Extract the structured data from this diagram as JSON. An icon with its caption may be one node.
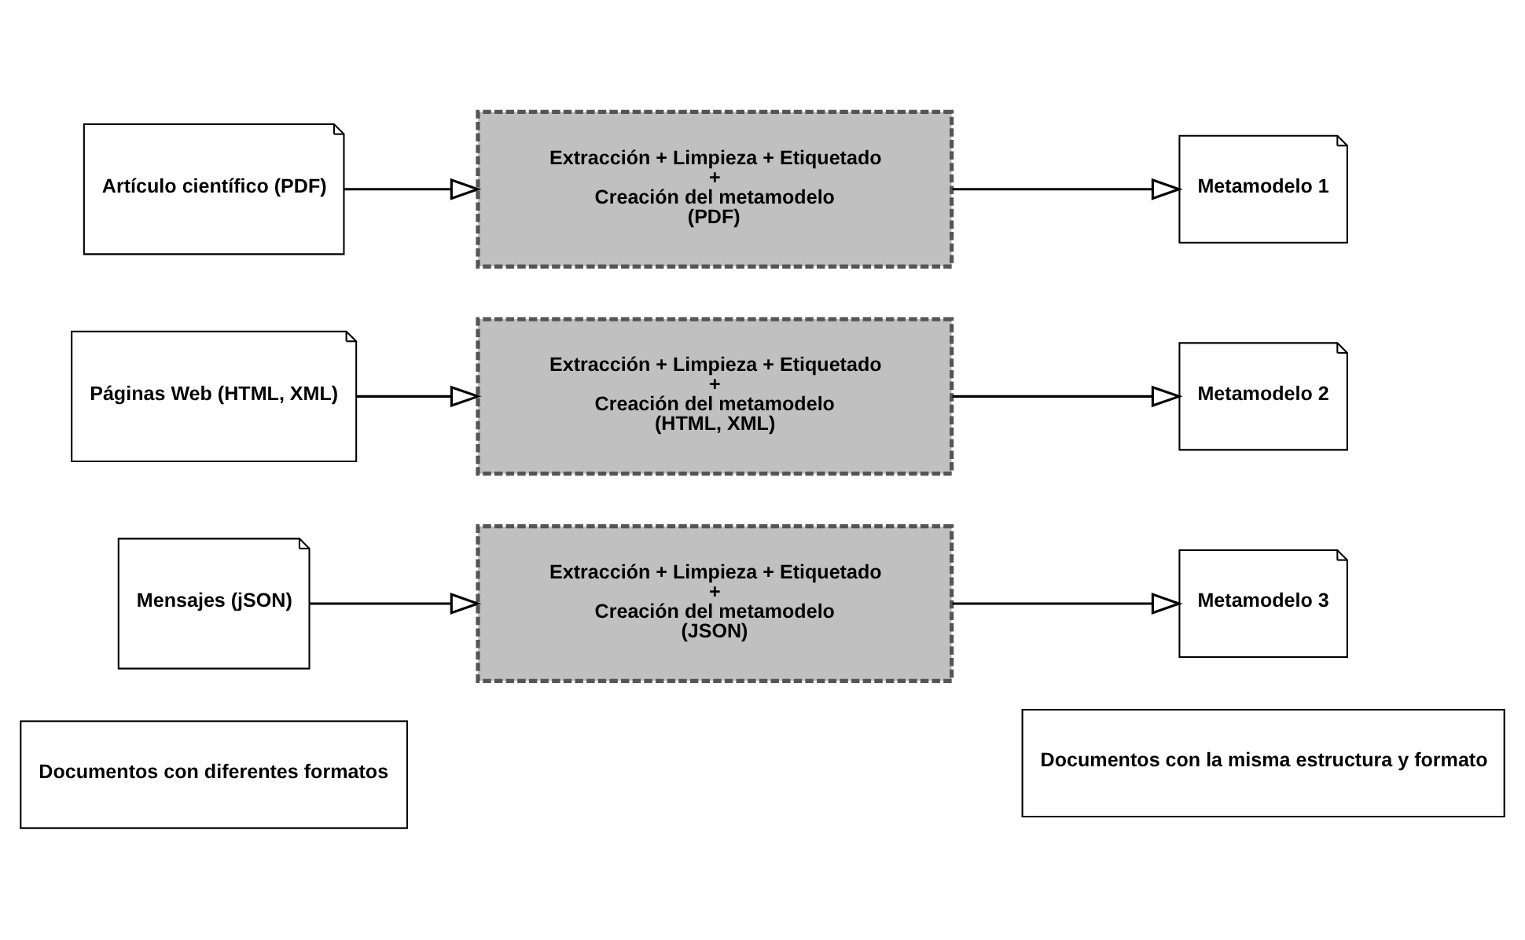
{
  "diagram": {
    "nodes": [
      {
        "text": [
          "Artículo científico (PDF)"
        ]
      },
      {
        "text": [
          "Extracción + Limpieza + Etiquetado",
          "+",
          "Creación del metamodelo",
          "(PDF)"
        ]
      },
      {
        "text": [
          "Metamodelo 1"
        ]
      },
      {
        "text": [
          "Páginas Web (HTML, XML)"
        ]
      },
      {
        "text": [
          "Extracción + Limpieza + Etiquetado",
          "+",
          "Creación del metamodelo",
          "(HTML, XML)"
        ]
      },
      {
        "text": [
          "Metamodelo 2"
        ]
      },
      {
        "text": [
          "Mensajes (jSON)"
        ]
      },
      {
        "text": [
          "Extracción + Limpieza + Etiquetado",
          "+",
          "Creación del metamodelo",
          "(JSON)"
        ]
      },
      {
        "text": [
          "Metamodelo 3"
        ]
      },
      {
        "text": [
          "Documentos con diferentes formatos"
        ]
      },
      {
        "text": [
          "Documentos con la misma estructura y formato"
        ]
      }
    ],
    "edges": [
      {
        "from": 0,
        "to": 1,
        "arrow": "to"
      },
      {
        "from": 1,
        "to": 2,
        "arrow": "to"
      },
      {
        "from": 3,
        "to": 4,
        "arrow": "to"
      },
      {
        "from": 4,
        "to": 5,
        "arrow": "to"
      },
      {
        "from": 6,
        "to": 7,
        "arrow": "to"
      },
      {
        "from": 7,
        "to": 8,
        "arrow": "to"
      }
    ]
  }
}
